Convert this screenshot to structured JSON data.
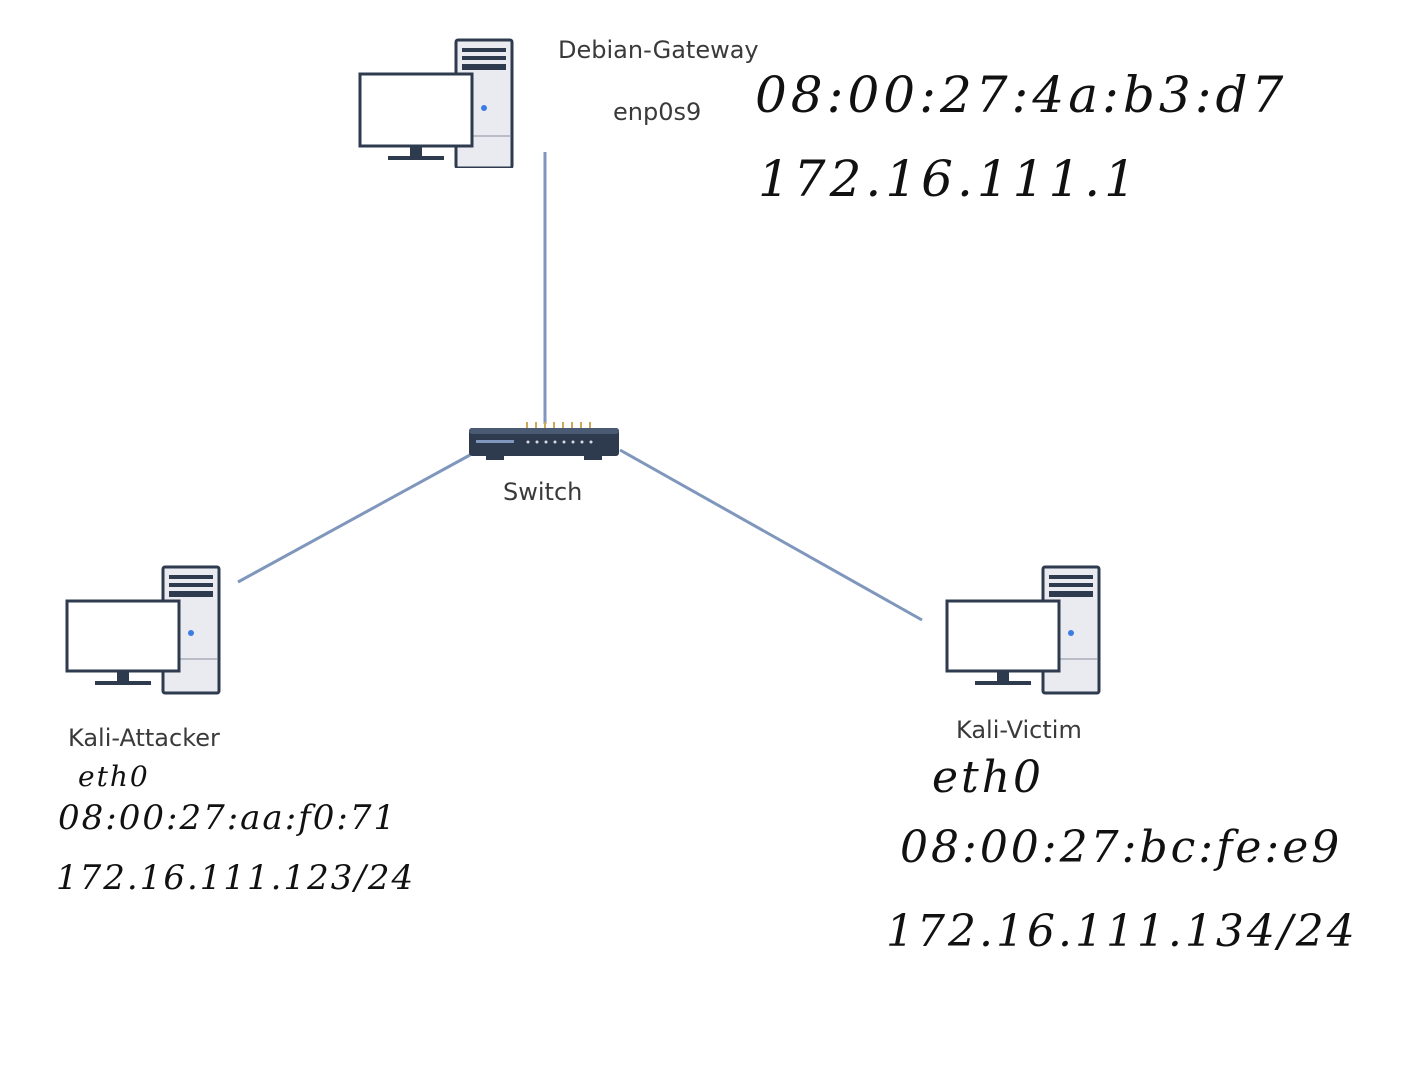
{
  "colors": {
    "link": "#7f96bd",
    "device_dark": "#2e3b4e",
    "device_light": "#e9ebf0",
    "accent": "#3b7de0"
  },
  "nodes": {
    "gateway": {
      "name": "Debian-Gateway",
      "interface": "enp0s9",
      "mac": "08:00:27:4a:b3:d7",
      "ip": "172.16.111.1",
      "icon": "desktop-computer-icon"
    },
    "switch": {
      "name": "Switch",
      "icon": "network-switch-icon"
    },
    "attacker": {
      "name": "Kali-Attacker",
      "interface": "eth0",
      "mac": "08:00:27:aa:f0:71",
      "ip": "172.16.111.123/24",
      "icon": "desktop-computer-icon"
    },
    "victim": {
      "name": "Kali-Victim",
      "interface": "eth0",
      "mac": "08:00:27:bc:fe:e9",
      "ip": "172.16.111.134/24",
      "icon": "desktop-computer-icon"
    }
  }
}
